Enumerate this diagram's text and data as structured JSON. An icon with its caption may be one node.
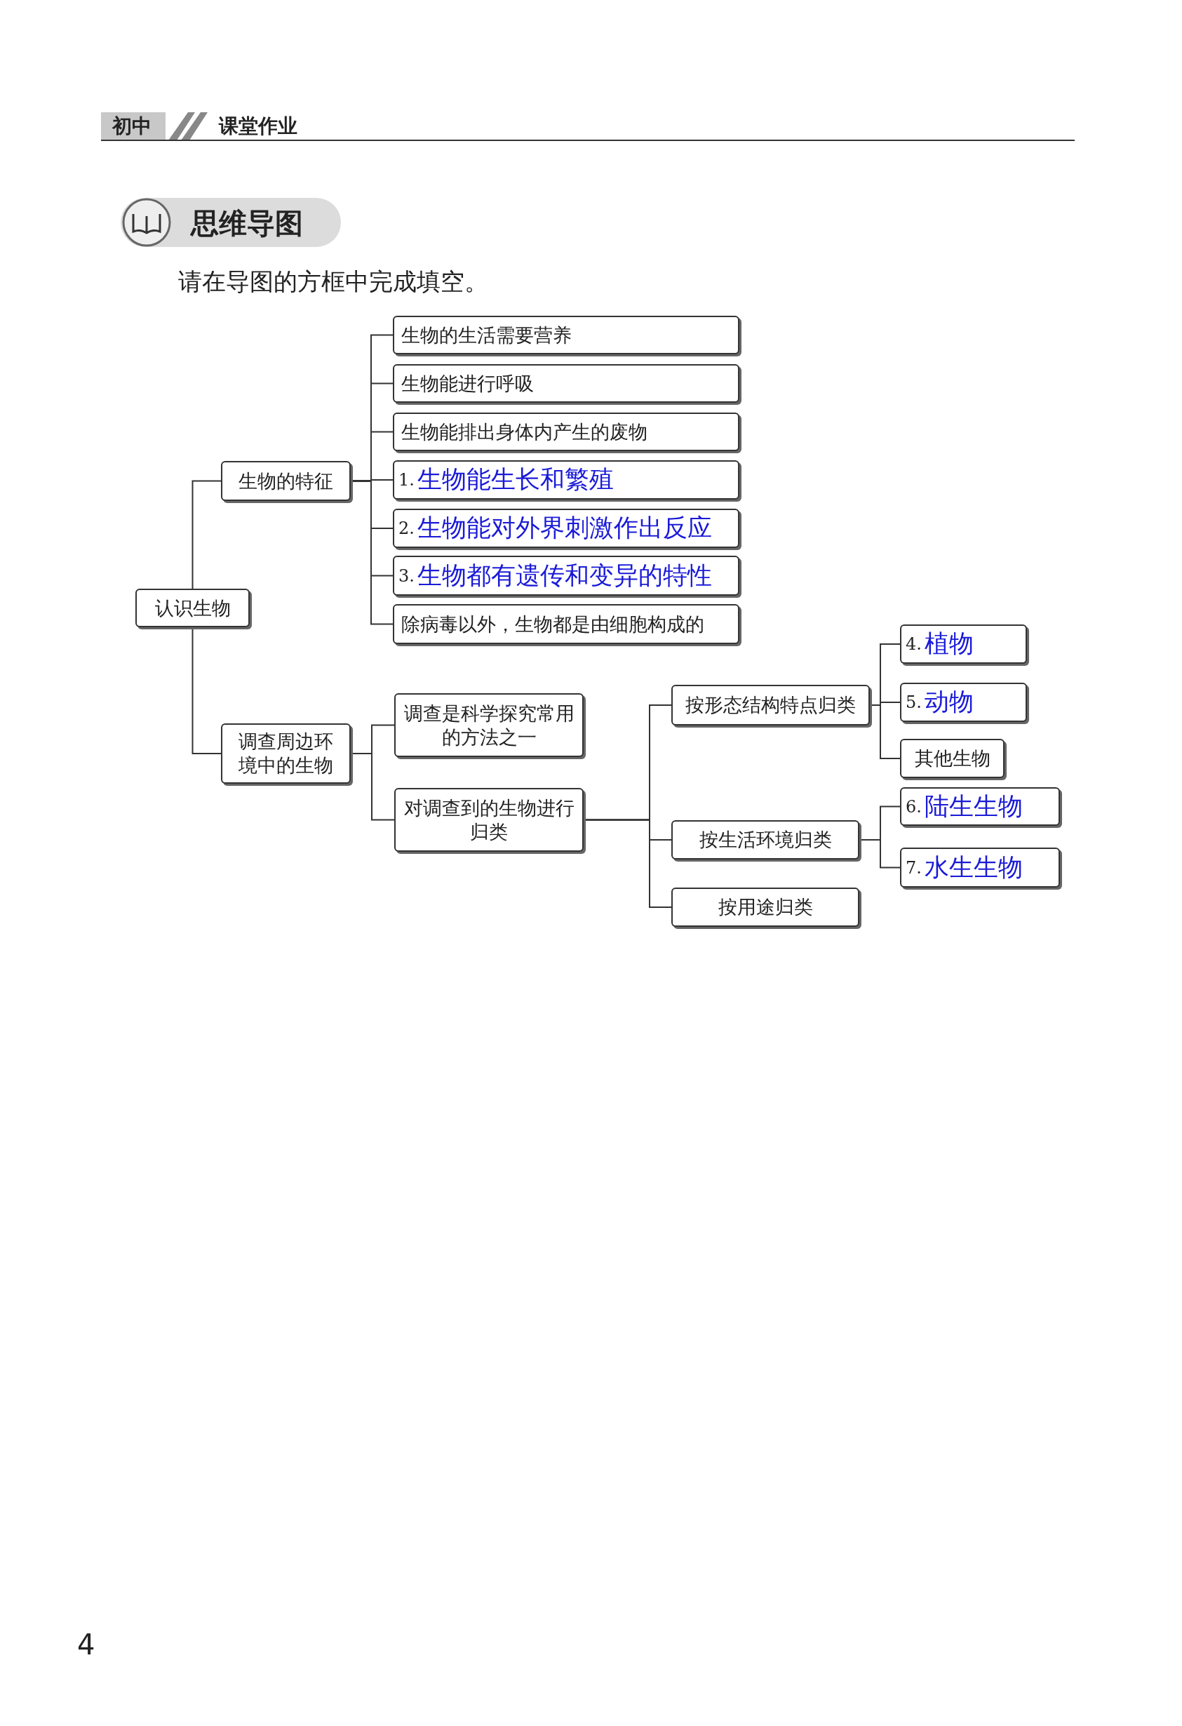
{
  "diagram": {
    "title": "思维导图",
    "nodes": [
      {
        "text": [
          "认识生物"
        ]
      },
      {
        "text": [
          "生物的特征"
        ]
      },
      {
        "text": [
          "生物的生活需要营养"
        ]
      },
      {
        "text": [
          "生物能进行呼吸"
        ]
      },
      {
        "text": [
          "生物能排出身体内产生的废物"
        ]
      },
      {
        "text": [
          "1.",
          "生物能生长和繁殖"
        ]
      },
      {
        "text": [
          "2.",
          "生物能对外界刺激作出反应"
        ]
      },
      {
        "text": [
          "3.",
          "生物都有遗传和变异的特性"
        ]
      },
      {
        "text": [
          "除病毒以外，生物都是由细胞构成的"
        ]
      },
      {
        "text": [
          "调查周边环境中的生物"
        ]
      },
      {
        "text": [
          "调查是科学探究常用的方法之一"
        ]
      },
      {
        "text": [
          "对调查到的生物进行归类"
        ]
      },
      {
        "text": [
          "按形态结构特点归类"
        ]
      },
      {
        "text": [
          "按生活环境归类"
        ]
      },
      {
        "text": [
          "按用途归类"
        ]
      },
      {
        "text": [
          "4.",
          "植物"
        ]
      },
      {
        "text": [
          "5.",
          "动物"
        ]
      },
      {
        "text": [
          "其他生物"
        ]
      },
      {
        "text": [
          "6.",
          "陆生生物"
        ]
      },
      {
        "text": [
          "7.",
          "水生生物"
        ]
      }
    ],
    "edges": [
      {
        "from": 0,
        "to": 1,
        "arrow": "none"
      },
      {
        "from": 0,
        "to": 9,
        "arrow": "none"
      },
      {
        "from": 1,
        "to": 2,
        "arrow": "none"
      },
      {
        "from": 1,
        "to": 3,
        "arrow": "none"
      },
      {
        "from": 1,
        "to": 4,
        "arrow": "none"
      },
      {
        "from": 1,
        "to": 5,
        "arrow": "none"
      },
      {
        "from": 1,
        "to": 6,
        "arrow": "none"
      },
      {
        "from": 1,
        "to": 7,
        "arrow": "none"
      },
      {
        "from": 1,
        "to": 8,
        "arrow": "none"
      },
      {
        "from": 9,
        "to": 10,
        "arrow": "none"
      },
      {
        "from": 9,
        "to": 11,
        "arrow": "none"
      },
      {
        "from": 11,
        "to": 12,
        "arrow": "none"
      },
      {
        "from": 11,
        "to": 13,
        "arrow": "none"
      },
      {
        "from": 11,
        "to": 14,
        "arrow": "none"
      },
      {
        "from": 12,
        "to": 15,
        "arrow": "none"
      },
      {
        "from": 12,
        "to": 16,
        "arrow": "none"
      },
      {
        "from": 12,
        "to": 17,
        "arrow": "none"
      },
      {
        "from": 13,
        "to": 18,
        "arrow": "none"
      },
      {
        "from": 13,
        "to": 19,
        "arrow": "none"
      }
    ],
    "labels": [
      "初中",
      "课堂作业",
      "请在导图的方框中完成填空。",
      "4"
    ]
  }
}
